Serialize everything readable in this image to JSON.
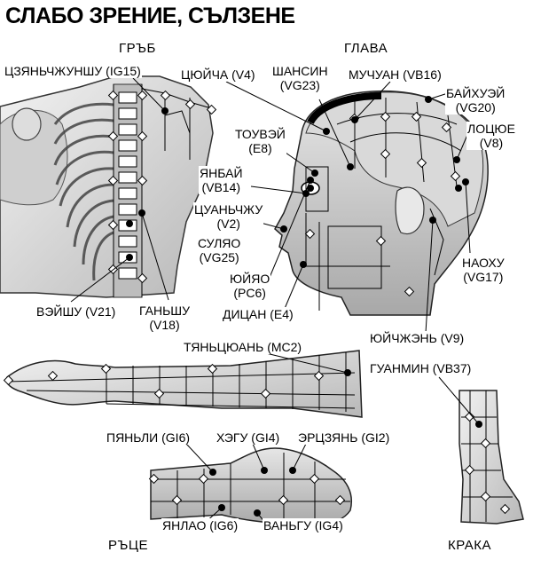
{
  "title": "СЛАБО ЗРЕНИЕ, СЪЛЗЕНЕ",
  "sections": {
    "back": "ГРЪБ",
    "head": "ГЛАВА",
    "hands": "РЪЦЕ",
    "legs": "КРАКА"
  },
  "points": {
    "ig15": "ЦЗЯНЬЧЖУНШУ (IG15)",
    "v4": "ЦЮЙЧА (V4)",
    "vg23a": "ШАНСИН",
    "vg23b": "(VG23)",
    "vb16": "МУЧУАН (VB16)",
    "vg20a": "БАЙХУЭЙ",
    "vg20b": "(VG20)",
    "v8a": "ЛОЦЮЕ",
    "v8b": "(V8)",
    "e8a": "ТОУВЭЙ",
    "e8b": "(E8)",
    "vb14a": "ЯНБАЙ",
    "vb14b": "(VB14)",
    "v2a": "ЦУАНЬЧЖУ",
    "v2b": "(V2)",
    "vg25a": "СУЛЯО",
    "vg25b": "(VG25)",
    "pc6a": "ЮЙЯО",
    "pc6b": "(PC6)",
    "e4": "ДИЦАН (E4)",
    "vg17a": "НАОХУ",
    "vg17b": "(VG17)",
    "v21": "ВЭЙШУ (V21)",
    "v18a": "ГАНЬШУ",
    "v18b": "(V18)",
    "v9": "ЮЙЧЖЭНЬ (V9)",
    "mc2": "ТЯНЬЦЮАНЬ (MC2)",
    "vb37": "ГУАНМИН (VB37)",
    "gi6": "ПЯНЬЛИ (GI6)",
    "gi4": "ХЭГУ (GI4)",
    "gi2": "ЭРЦЗЯНЬ (GI2)",
    "ig6": "ЯНЛАО (IG6)",
    "ig4": "ВАНЬГУ (IG4)"
  }
}
